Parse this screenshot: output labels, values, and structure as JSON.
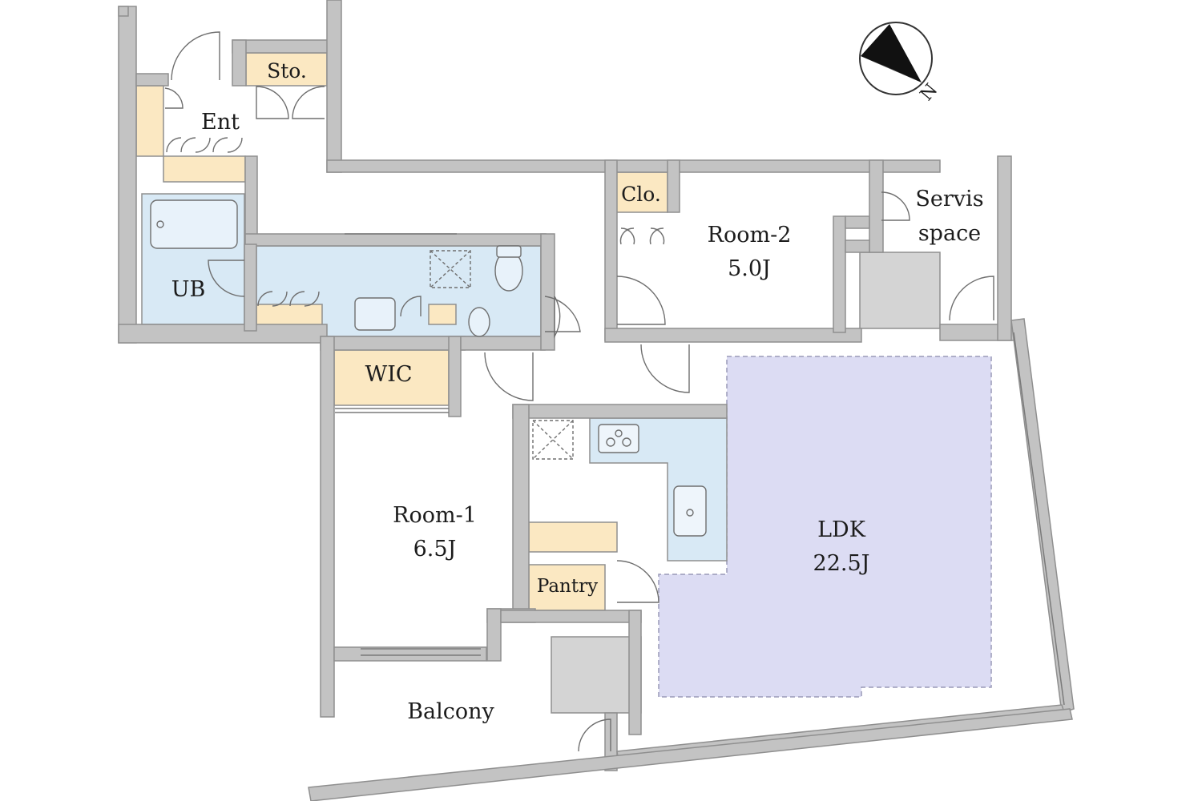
{
  "rooms": {
    "ent": "Ent",
    "sto": "Sto.",
    "ub": "UB",
    "wic": "WIC",
    "clo": "Clo.",
    "room2_name": "Room-2",
    "room2_size": "5.0J",
    "servis_line1": "Servis",
    "servis_line2": "space",
    "room1_name": "Room-1",
    "room1_size": "6.5J",
    "ldk_name": "LDK",
    "ldk_size": "22.5J",
    "pantry": "Pantry",
    "balcony": "Balcony"
  },
  "compass": {
    "north_label": "N"
  },
  "colors": {
    "wall": "#c3c3c3",
    "wall_outline": "#8f8f8f",
    "storage": "#fbe8c2",
    "wet_area": "#d8e9f5",
    "ldk_floor": "#dcdcf3",
    "shaft": "#d4d4d4"
  }
}
